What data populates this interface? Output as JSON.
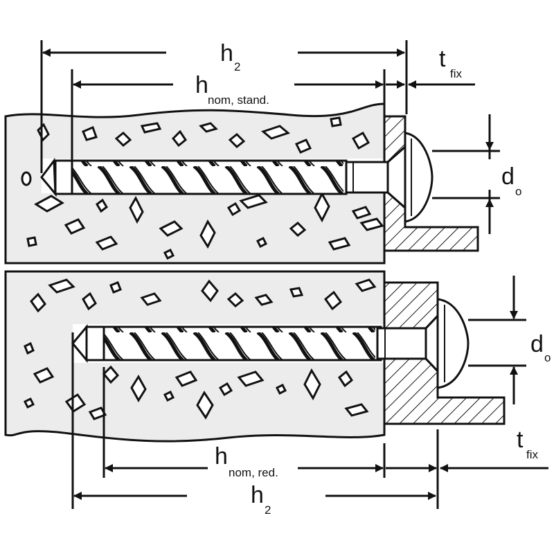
{
  "diagram": {
    "top_anchor": {
      "h2": {
        "main": "h",
        "sub": "2"
      },
      "hnom": {
        "main": "h",
        "sub": "nom, stand."
      },
      "tfix": {
        "main": "t",
        "sub": "fix"
      },
      "d0": {
        "main": "d",
        "sub": "o"
      }
    },
    "bottom_anchor": {
      "hnom": {
        "main": "h",
        "sub": "nom, red."
      },
      "h2": {
        "main": "h",
        "sub": "2"
      },
      "tfix": {
        "main": "t",
        "sub": "fix"
      },
      "d0": {
        "main": "d",
        "sub": "o"
      }
    }
  },
  "colors": {
    "line": "#111111",
    "concrete": "#ececec",
    "background": "#ffffff"
  }
}
